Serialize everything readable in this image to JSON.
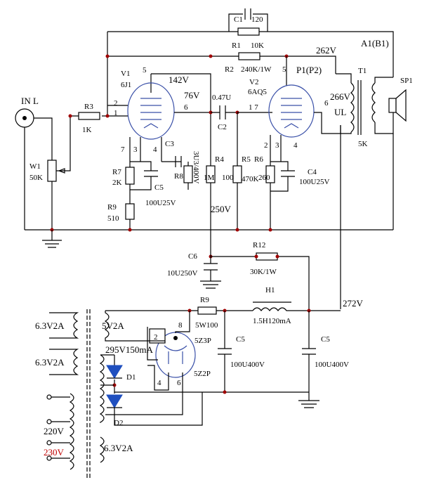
{
  "labels": {
    "C1": "C1",
    "C1_val": "120",
    "R1": "R1",
    "R1_val": "10K",
    "A1": "A1(B1)",
    "V262": "262V",
    "R2": "R2",
    "R2_val": "240K/1W",
    "V1": "V1",
    "V1_type": "6J1",
    "V142": "142V",
    "V2": "V2",
    "V2_type": "6AQ5",
    "P1": "P1(P2)",
    "T1": "T1",
    "T1_val": "5K",
    "SP1": "SP1",
    "V76": "76V",
    "V266": "266V",
    "C2_val": "0.47U",
    "C2": "C2",
    "UL": "UL",
    "INL": "IN L",
    "R3": "R3",
    "R3_val": "1K",
    "W1": "W1",
    "W1_val": "50K",
    "C3": "C3",
    "V3U3": "3U3/400V",
    "R4": "R4",
    "R4_val": "100K",
    "R5": "R5",
    "R5_val": "470K",
    "R6": "R6",
    "R6_val": "260",
    "C4": "C4",
    "C4_val": "100U25V",
    "R7": "R7",
    "R7_val": "2K",
    "C5a": "C5",
    "R8": "R8",
    "R8_val": "1M",
    "R9a": "R9",
    "R9a_val": "510",
    "C5a_val": "100U25V",
    "V250": "250V",
    "C6": "C6",
    "C6_val": "10U250V",
    "R12": "R12",
    "R12_val": "30K/1W",
    "H1": "H1",
    "H1_val": "1.5H120mA",
    "V272": "272V",
    "R9b": "R9",
    "R9b_val": "5W100",
    "t63a": "6.3V2A",
    "t5v": "5V2A",
    "t63b": "6.3V2A",
    "t295": "295V150mA",
    "rect": "5Z3P",
    "rect2": "5Z2P",
    "C5b": "C5",
    "C5b_val": "100U400V",
    "C5c": "C5",
    "C5c_val": "100U400V",
    "D1": "D1",
    "D2": "D2",
    "v220": "220V",
    "v230": "230V",
    "t63c": "6.3V2A",
    "p2": "2",
    "p1": "1",
    "p5": "5",
    "p6": "6",
    "p7": "7",
    "p3": "3",
    "p4": "4",
    "q5": "5",
    "q6": "6",
    "q17": "1 7",
    "q2": "2",
    "q3": "3",
    "q4": "4",
    "r2": "2",
    "r8": "8",
    "r4": "4",
    "r6": "6"
  },
  "colors": {
    "wire": "#000000",
    "tube": "#3a50a8",
    "diode": "#1f4fbf",
    "junction": "#a00000",
    "highlight_230": "#c00000"
  }
}
